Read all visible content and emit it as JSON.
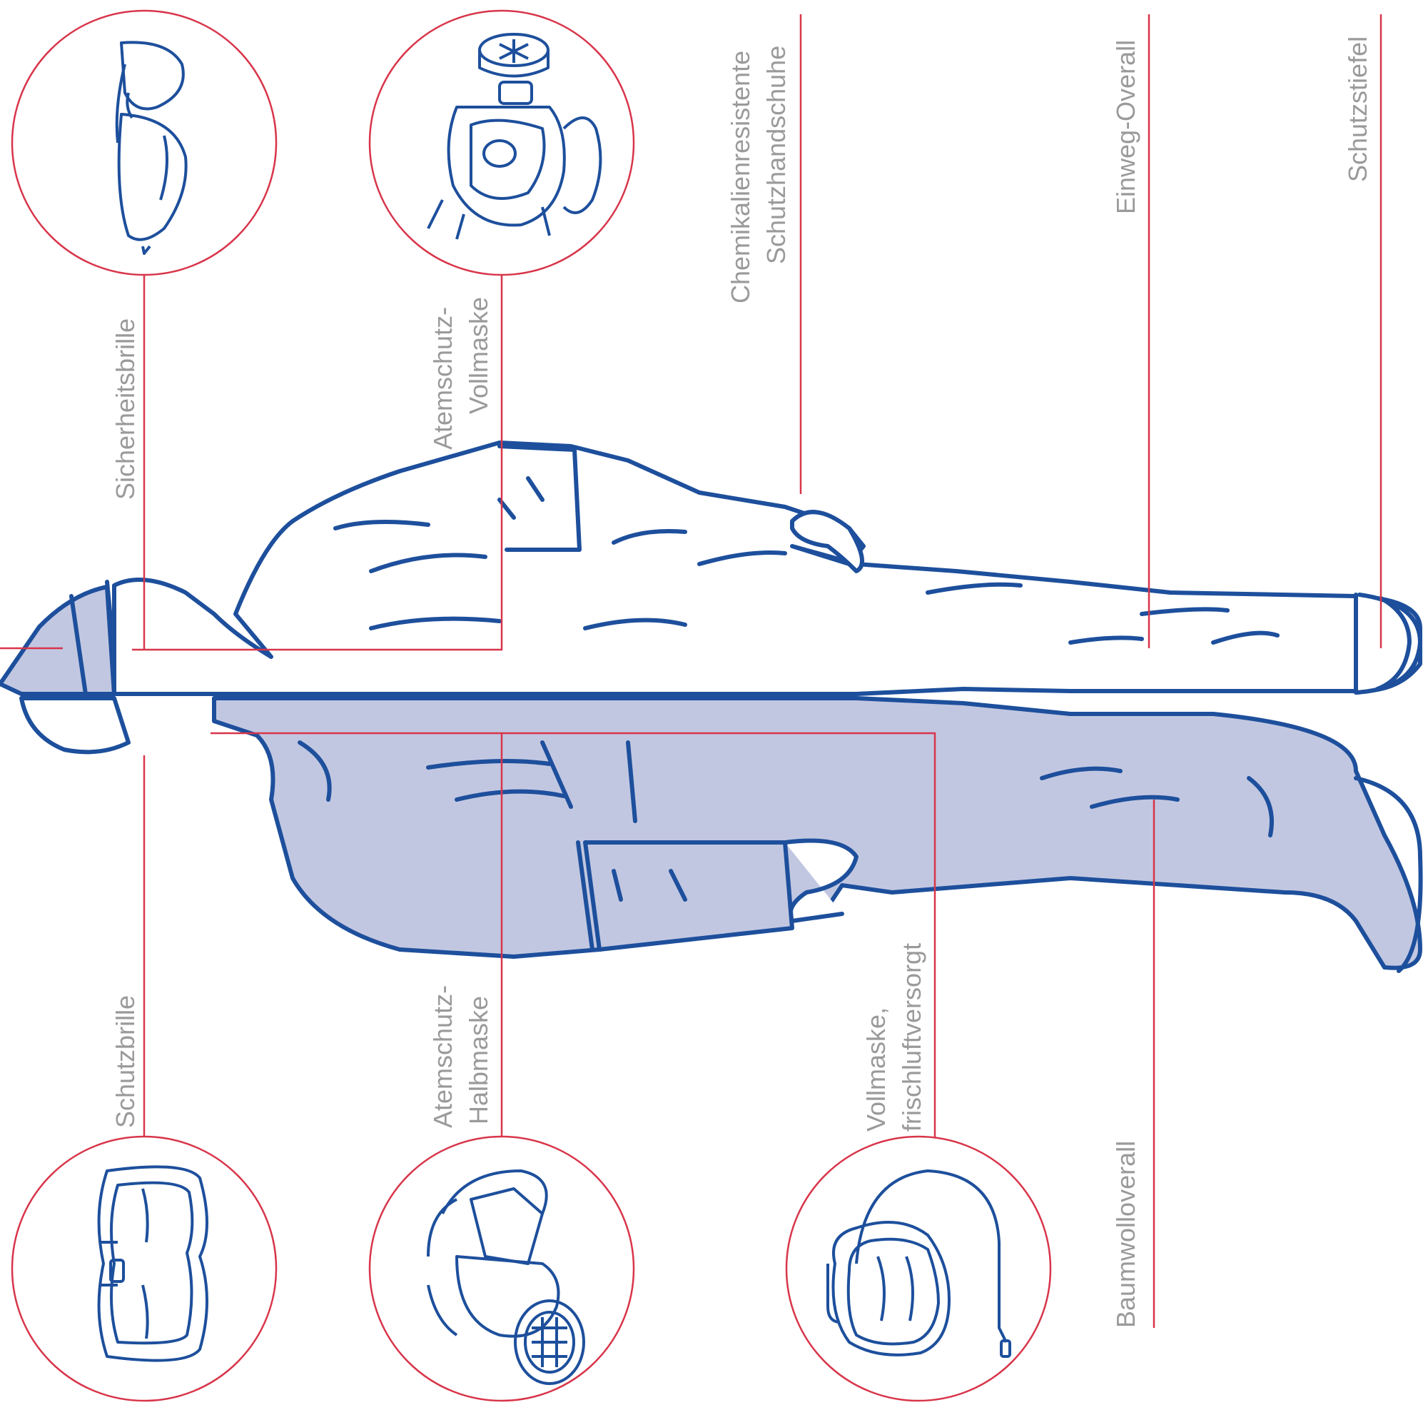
{
  "colors": {
    "outline": "#1d4f9c",
    "leader": "#d8354a",
    "fill": "#c2c7e1",
    "label": "#9a9a9a",
    "background": "#ffffff"
  },
  "labels": {
    "sicherheitsbrille": "Sicherheitsbrille",
    "atemschutz_vollmaske_1": "Atemschutz-",
    "atemschutz_vollmaske_2": "Vollmaske",
    "chem_handschuhe_1": "Chemikalienresistente",
    "chem_handschuhe_2": "Schutzhandschuhe",
    "einweg_overall": "Einweg-Overall",
    "schutzstiefel": "Schutzstiefel",
    "schutzbrille": "Schutzbrille",
    "atemschutz_halbmaske_1": "Atemschutz-",
    "atemschutz_halbmaske_2": "Halbmaske",
    "vollmaske_frischluft_1": "Vollmaske,",
    "vollmaske_frischluft_2": "frischluftversorgt",
    "baumwolloverall": "Baumwolloverall"
  },
  "icons": {
    "sicherheitsbrille": "safety-glasses-icon",
    "atemschutz_vollmaske": "full-face-respirator-icon",
    "schutzbrille": "goggles-icon",
    "atemschutz_halbmaske": "half-mask-respirator-icon",
    "vollmaske_frischluft": "fresh-air-full-mask-icon"
  }
}
